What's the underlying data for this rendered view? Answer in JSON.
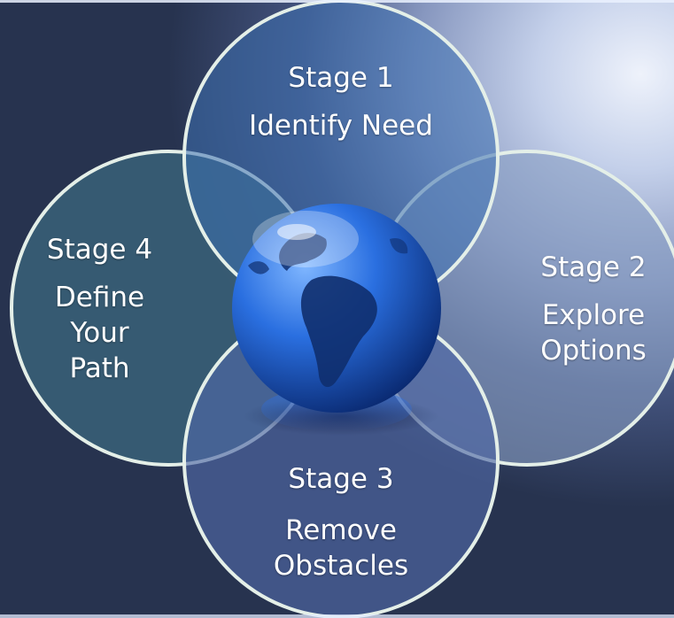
{
  "stages": [
    {
      "title": "Stage 1",
      "subtitle": "Identify Need"
    },
    {
      "title": "Stage 2",
      "subtitle": "Explore Options"
    },
    {
      "title": "Stage 3",
      "subtitle": "Remove Obstacles"
    },
    {
      "title": "Stage 4",
      "subtitle": "Define Your Path"
    }
  ],
  "colors": {
    "stage1_fill": "#3d6fb0",
    "stage2_fill": "#8aa0c4",
    "stage3_fill": "#5068a6",
    "stage4_fill": "#3a6278",
    "circle_stroke": "#e4efe8",
    "globe_ocean": "#1f5fd1",
    "globe_land": "#0f2f6e"
  },
  "icons": {
    "center": "globe-icon"
  }
}
